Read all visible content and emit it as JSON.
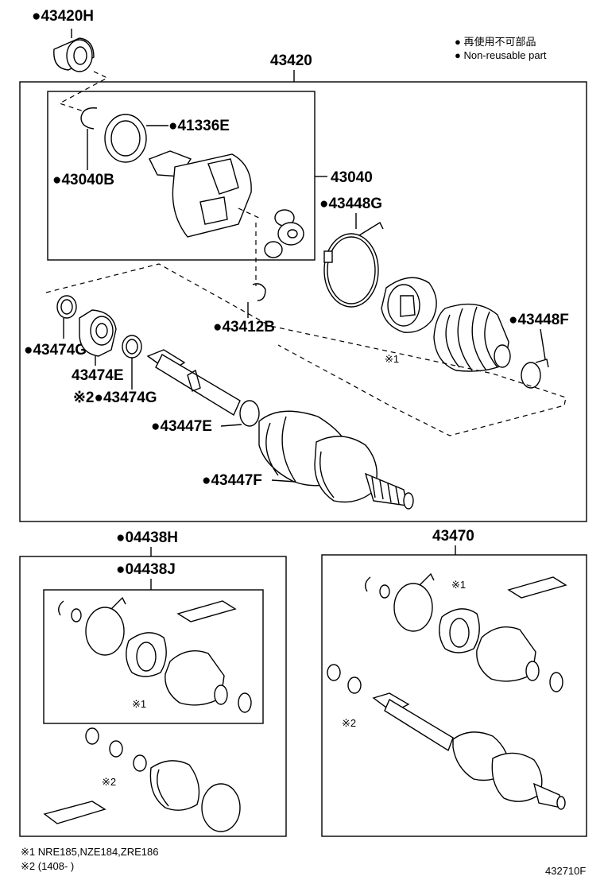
{
  "legend": {
    "line1": "● 再使用不可部品",
    "line2": "● Non-reusable part"
  },
  "labels": {
    "p43420H": "●43420H",
    "p43420": "43420",
    "p41336E": "●41336E",
    "p43040B": "●43040B",
    "p43040": "43040",
    "p43448G": "●43448G",
    "p43412B": "●43412B",
    "p43448F": "●43448F",
    "p43474G_a": "●43474G",
    "p43474E": "43474E",
    "p43474G_b": "※2●43474G",
    "p43447E": "●43447E",
    "p43447F": "●43447F",
    "p04438H": "●04438H",
    "p04438J": "●04438J",
    "p43470": "43470"
  },
  "marks": {
    "m1_top": "※1",
    "m1_left": "※1",
    "m2_left": "※2",
    "m1_right": "※1",
    "m2_right": "※2"
  },
  "footnotes": {
    "n1": "※1 NRE185,NZE184,ZRE186",
    "n2": "※2 (1408-        )"
  },
  "figure_code": "432710F"
}
